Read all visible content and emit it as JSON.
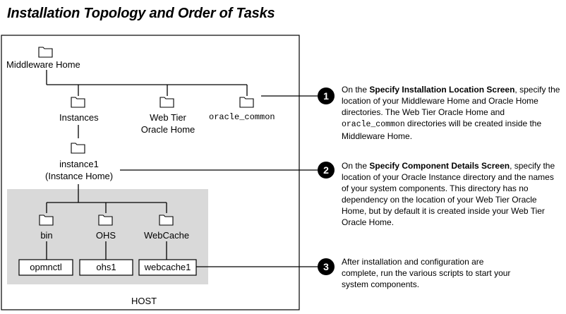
{
  "title": "Installation Topology and Order of Tasks",
  "nodes": {
    "middleware_home": "Middleware Home",
    "instances": "Instances",
    "web_tier_line1": "Web Tier",
    "web_tier_line2": "Oracle Home",
    "oracle_common": "oracle_common",
    "instance1_line1": "instance1",
    "instance1_line2": "(Instance Home)",
    "bin": "bin",
    "ohs": "OHS",
    "webcache": "WebCache",
    "opmnctl": "opmnctl",
    "ohs1": "ohs1",
    "webcache1": "webcache1",
    "host": "HOST"
  },
  "steps": [
    {
      "number": "1",
      "pre": "On the ",
      "bold": "Specify Installation Location Screen",
      "mid": ", specify the location of your Middleware Home and Oracle Home directories. The Web Tier Oracle Home and ",
      "code": "oracle_common",
      "post": " directories will be created inside the Middleware Home."
    },
    {
      "number": "2",
      "pre": "On the ",
      "bold": "Specify Component Details Screen",
      "mid": ", specify the location of your Oracle Instance directory and the names of your system components. This directory has no dependency on the location of your Web Tier Oracle Home, but by default it is created inside your Web Tier Oracle Home.",
      "code": "",
      "post": ""
    },
    {
      "number": "3",
      "pre": "",
      "bold": "",
      "mid": "After installation and configuration are complete, run the various scripts to start your system components.",
      "code": "",
      "post": ""
    }
  ],
  "colors": {
    "host_panel": "#d9d9d9",
    "line": "#000000",
    "folder_fill": "#ffffff",
    "badge": "#000000"
  }
}
